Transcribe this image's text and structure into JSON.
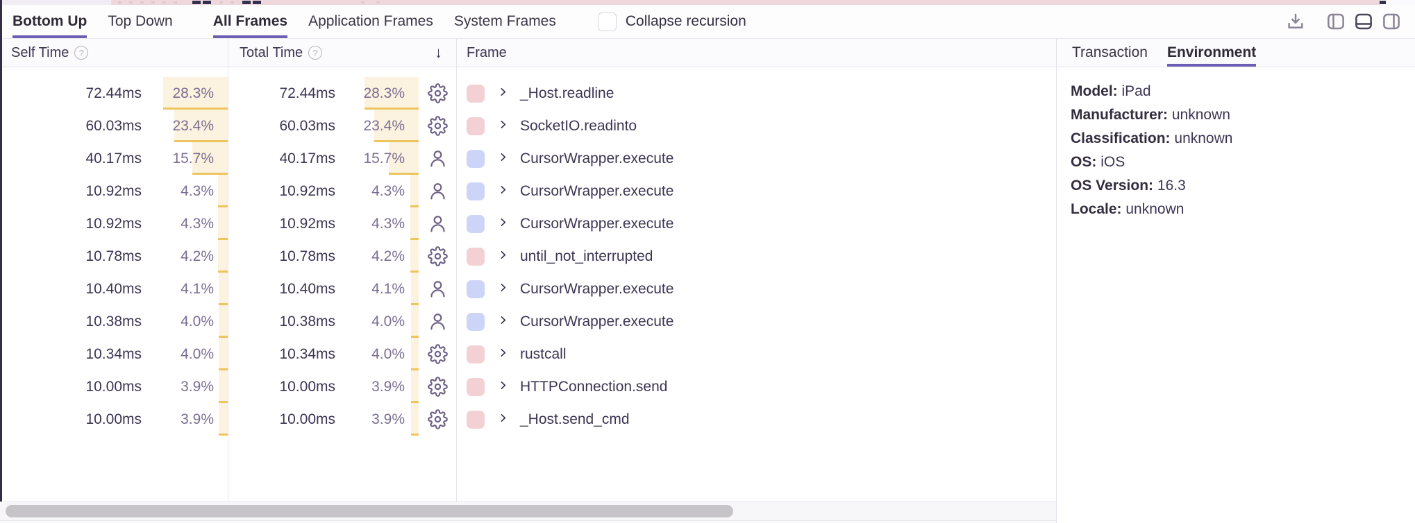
{
  "colors": {
    "accent": "#6b5eb5",
    "bar-bg": "#fbf3df",
    "bar-line": "#eec45f",
    "swatch-system": "#f3d0d4",
    "swatch-app": "#ccd4f8",
    "icon": "#6e6086",
    "pct-text": "#7b6d92",
    "text-dark": "#3d3552",
    "minimap-pink": "#eed8dc"
  },
  "glyphs": {
    "help": "?",
    "sort_down": "↓"
  },
  "tabbar": {
    "view_tabs": [
      {
        "label": "Bottom Up",
        "active": true
      },
      {
        "label": "Top Down",
        "active": false
      }
    ],
    "filter_tabs": [
      {
        "label": "All Frames",
        "active": true
      },
      {
        "label": "Application Frames",
        "active": false
      },
      {
        "label": "System Frames",
        "active": false
      }
    ],
    "collapse_recursion": {
      "label": "Collapse recursion",
      "checked": false
    }
  },
  "table": {
    "columns": {
      "self_time": "Self Time",
      "total_time": "Total Time",
      "frame": "Frame"
    },
    "sort": {
      "column": "Total Time",
      "direction": "desc"
    },
    "rows": [
      {
        "self_time": "72.44ms",
        "self_pct": "28.3%",
        "total_time": "72.44ms",
        "total_pct": "28.3%",
        "pct": 28.3,
        "icon": "gear",
        "frame": "_Host.readline",
        "kind": "system"
      },
      {
        "self_time": "60.03ms",
        "self_pct": "23.4%",
        "total_time": "60.03ms",
        "total_pct": "23.4%",
        "pct": 23.4,
        "icon": "gear",
        "frame": "SocketIO.readinto",
        "kind": "system"
      },
      {
        "self_time": "40.17ms",
        "self_pct": "15.7%",
        "total_time": "40.17ms",
        "total_pct": "15.7%",
        "pct": 15.7,
        "icon": "person",
        "frame": "CursorWrapper.execute",
        "kind": "app"
      },
      {
        "self_time": "10.92ms",
        "self_pct": "4.3%",
        "total_time": "10.92ms",
        "total_pct": "4.3%",
        "pct": 4.3,
        "icon": "person",
        "frame": "CursorWrapper.execute",
        "kind": "app"
      },
      {
        "self_time": "10.92ms",
        "self_pct": "4.3%",
        "total_time": "10.92ms",
        "total_pct": "4.3%",
        "pct": 4.3,
        "icon": "person",
        "frame": "CursorWrapper.execute",
        "kind": "app"
      },
      {
        "self_time": "10.78ms",
        "self_pct": "4.2%",
        "total_time": "10.78ms",
        "total_pct": "4.2%",
        "pct": 4.2,
        "icon": "gear",
        "frame": "until_not_interrupted",
        "kind": "system"
      },
      {
        "self_time": "10.40ms",
        "self_pct": "4.1%",
        "total_time": "10.40ms",
        "total_pct": "4.1%",
        "pct": 4.1,
        "icon": "person",
        "frame": "CursorWrapper.execute",
        "kind": "app"
      },
      {
        "self_time": "10.38ms",
        "self_pct": "4.0%",
        "total_time": "10.38ms",
        "total_pct": "4.0%",
        "pct": 4.0,
        "icon": "person",
        "frame": "CursorWrapper.execute",
        "kind": "app"
      },
      {
        "self_time": "10.34ms",
        "self_pct": "4.0%",
        "total_time": "10.34ms",
        "total_pct": "4.0%",
        "pct": 4.0,
        "icon": "gear",
        "frame": "rustcall",
        "kind": "system"
      },
      {
        "self_time": "10.00ms",
        "self_pct": "3.9%",
        "total_time": "10.00ms",
        "total_pct": "3.9%",
        "pct": 3.9,
        "icon": "gear",
        "frame": "HTTPConnection.send",
        "kind": "system"
      },
      {
        "self_time": "10.00ms",
        "self_pct": "3.9%",
        "total_time": "10.00ms",
        "total_pct": "3.9%",
        "pct": 3.9,
        "icon": "gear",
        "frame": "_Host.send_cmd",
        "kind": "system"
      }
    ]
  },
  "side_panel": {
    "tabs": [
      {
        "label": "Transaction",
        "active": false
      },
      {
        "label": "Environment",
        "active": true
      }
    ],
    "environment": [
      {
        "label": "Model:",
        "value": "iPad"
      },
      {
        "label": "Manufacturer:",
        "value": "unknown"
      },
      {
        "label": "Classification:",
        "value": "unknown"
      },
      {
        "label": "OS:",
        "value": "iOS"
      },
      {
        "label": "OS Version:",
        "value": "16.3"
      },
      {
        "label": "Locale:",
        "value": "unknown"
      }
    ]
  },
  "toolbar": {
    "icons": [
      {
        "name": "download",
        "active": false
      },
      {
        "name": "layout-left-panel",
        "active": false
      },
      {
        "name": "layout-bottom-panel",
        "active": true
      },
      {
        "name": "layout-right-panel",
        "active": false
      }
    ]
  }
}
